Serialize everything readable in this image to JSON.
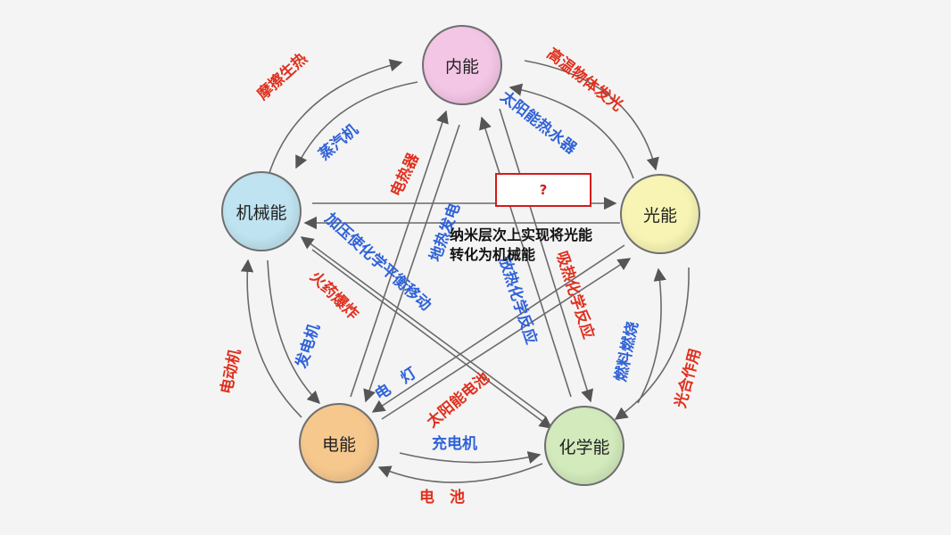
{
  "nodes": {
    "internal": "内能",
    "light": "光能",
    "chemical": "化学能",
    "electrical": "电能",
    "mechanical": "机械能"
  },
  "labels": {
    "friction_heat": "摩擦生热",
    "steam_engine": "蒸汽机",
    "high_temp_glow": "高温物体发光",
    "solar_water_heater": "太阳能热水器",
    "electric_heater": "电热器",
    "thermoelectric": "地热发电",
    "pressure_equilibrium": "加压使化学平衡移动",
    "gunpowder": "火药爆炸",
    "generator": "发电机",
    "electric_motor": "电动机",
    "lamp": "电　灯",
    "solar_cell": "太阳能电池",
    "endothermic": "吸热化学反应",
    "exothermic": "放热化学反应",
    "fuel_burning": "燃料燃烧",
    "photosynthesis": "光合作用",
    "charger": "充电机",
    "battery": "电　池"
  },
  "question_mark": "?",
  "caption": {
    "line1": "纳米层次上实现将光能",
    "line2": "转化为机械能"
  },
  "colors": {
    "internal": "#f4c6e6",
    "light": "#f7f4b4",
    "chemical": "#d2eabc",
    "electrical": "#f6c88e",
    "mechanical": "#bfe3f0",
    "red_label": "#e0301e",
    "blue_label": "#2f62d8",
    "arrow": "#6a6a6a",
    "box": "#d51a1a"
  }
}
